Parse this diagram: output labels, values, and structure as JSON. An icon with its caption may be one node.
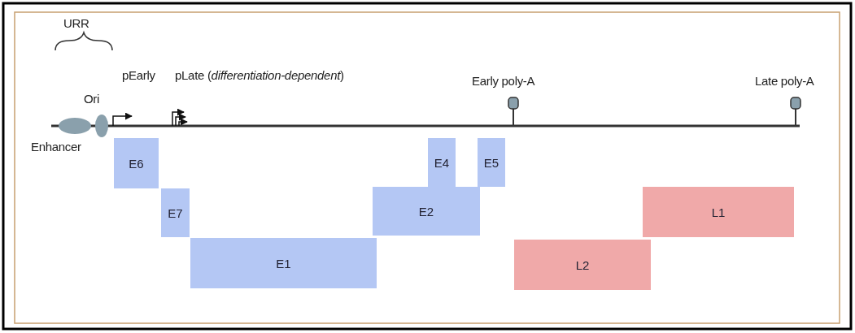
{
  "diagram": {
    "nodes": [
      {
        "text": [
          "E6"
        ]
      },
      {
        "text": [
          "E7"
        ]
      },
      {
        "text": [
          "E1"
        ]
      },
      {
        "text": [
          "E4"
        ]
      },
      {
        "text": [
          "E2"
        ]
      },
      {
        "text": [
          "E5"
        ]
      },
      {
        "text": [
          "L2"
        ]
      },
      {
        "text": [
          "L1"
        ]
      }
    ],
    "edges": [],
    "labels": [
      "URR",
      "pEarly",
      "pLate (*differentiation-dependent*)",
      "Ori",
      "Early poly-A",
      "Late poly-A",
      "Enhancer"
    ]
  }
}
